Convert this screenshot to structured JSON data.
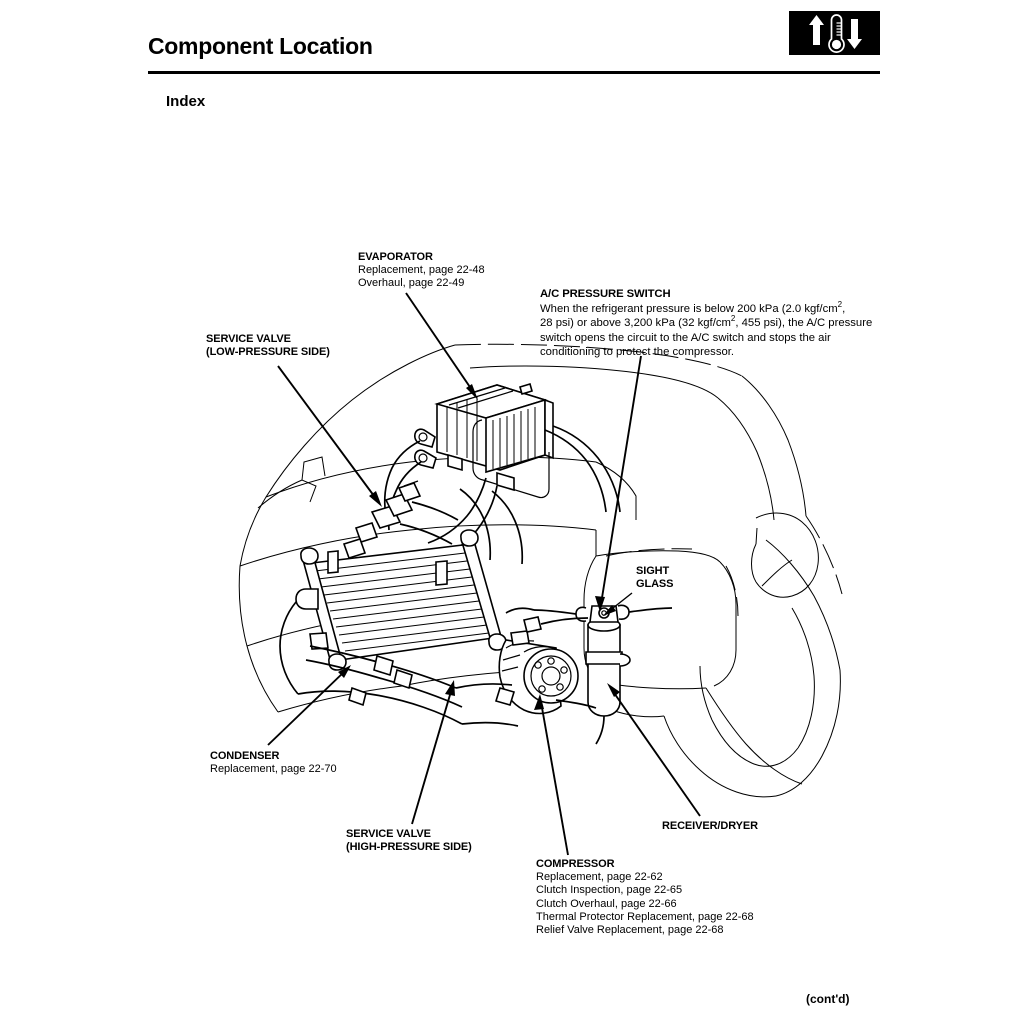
{
  "header": {
    "title": "Component Location",
    "section": "Index",
    "badge_icon": "hvac-temperature-icon"
  },
  "footer": {
    "continued": "(cont'd)"
  },
  "callouts": {
    "evaporator": {
      "title": "EVAPORATOR",
      "lines": [
        "Replacement, page 22-48",
        "Overhaul, page 22-49"
      ]
    },
    "pressure_switch": {
      "title": "A/C PRESSURE SWITCH",
      "body_line1_a": "When the refrigerant pressure is below 200 kPa (2.0 kgf/cm",
      "body_line1_sup": "2",
      "body_line1_b": ",",
      "body_line2_a": "28 psi) or above 3,200 kPa (32 kgf/cm",
      "body_line2_sup": "2",
      "body_line2_b": ", 455 psi), the A/C pressure",
      "body_line3": "switch opens the circuit to the A/C switch and stops the air",
      "body_line4": "conditioning to protect the compressor."
    },
    "service_valve_low": {
      "title_line1": "SERVICE VALVE",
      "title_line2": "(LOW-PRESSURE SIDE)"
    },
    "service_valve_high": {
      "title_line1": "SERVICE VALVE",
      "title_line2": "(HIGH-PRESSURE SIDE)"
    },
    "sight_glass": {
      "title_line1": "SIGHT",
      "title_line2": "GLASS"
    },
    "condenser": {
      "title": "CONDENSER",
      "lines": [
        "Replacement, page 22-70"
      ]
    },
    "receiver_dryer": {
      "title": "RECEIVER/DRYER"
    },
    "compressor": {
      "title": "COMPRESSOR",
      "lines": [
        "Replacement, page 22-62",
        "Clutch Inspection, page 22-65",
        "Clutch Overhaul, page 22-66",
        "Thermal Protector Replacement, page 22-68",
        "Relief Valve Replacement, page 22-68"
      ]
    }
  },
  "colors": {
    "ink": "#000000",
    "paper": "#ffffff"
  }
}
